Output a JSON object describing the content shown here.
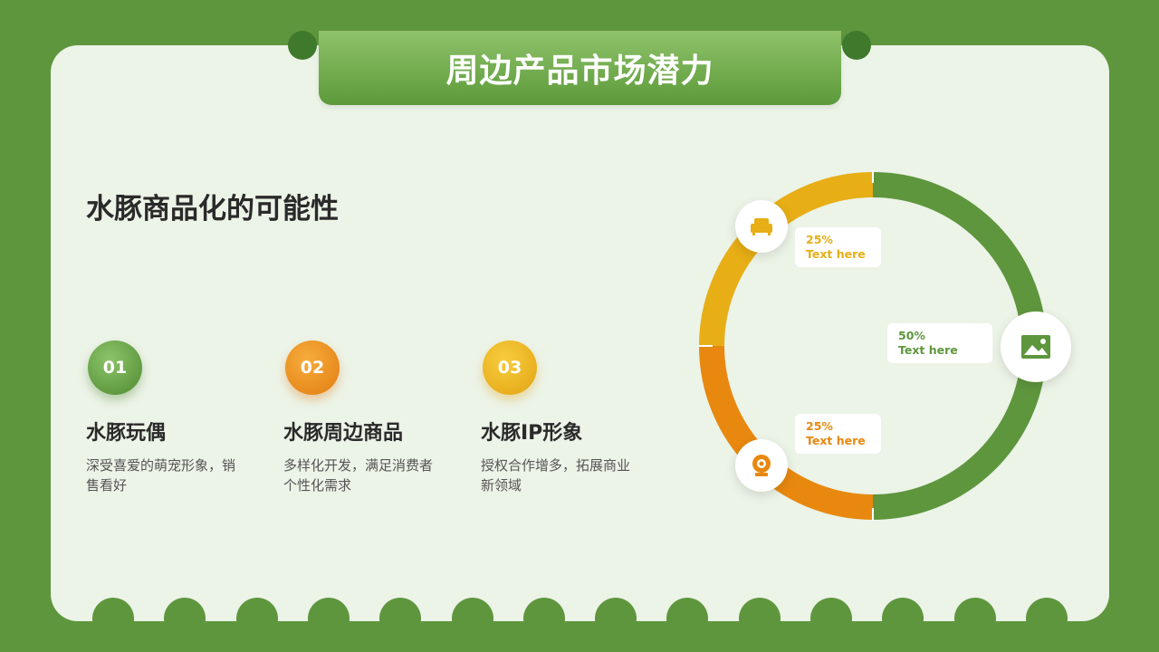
{
  "title": "周边产品市场潜力",
  "subtitle": "水豚商品化的可能性",
  "features": [
    {
      "num": "01",
      "title": "水豚玩偶",
      "desc": "深受喜爱的萌宠形象，销售看好"
    },
    {
      "num": "02",
      "title": "水豚周边商品",
      "desc": "多样化开发，满足消费者个性化需求"
    },
    {
      "num": "03",
      "title": "水豚IP形象",
      "desc": "授权合作增多，拓展商业新领域"
    }
  ],
  "chart_data": {
    "type": "pie",
    "slices": [
      {
        "label": "Text here",
        "value": 50,
        "display": "50%",
        "color": "#5e963d",
        "icon": "image-icon"
      },
      {
        "label": "Text here",
        "value": 25,
        "display": "25%",
        "color": "#e8880f",
        "icon": "webcam-icon"
      },
      {
        "label": "Text here",
        "value": 25,
        "display": "25%",
        "color": "#e7ae16",
        "icon": "sofa-icon"
      }
    ]
  },
  "colors": {
    "green": "#5e963d",
    "orange": "#e8880f",
    "yellow": "#e7ae16",
    "background": "#ecf3e7"
  }
}
